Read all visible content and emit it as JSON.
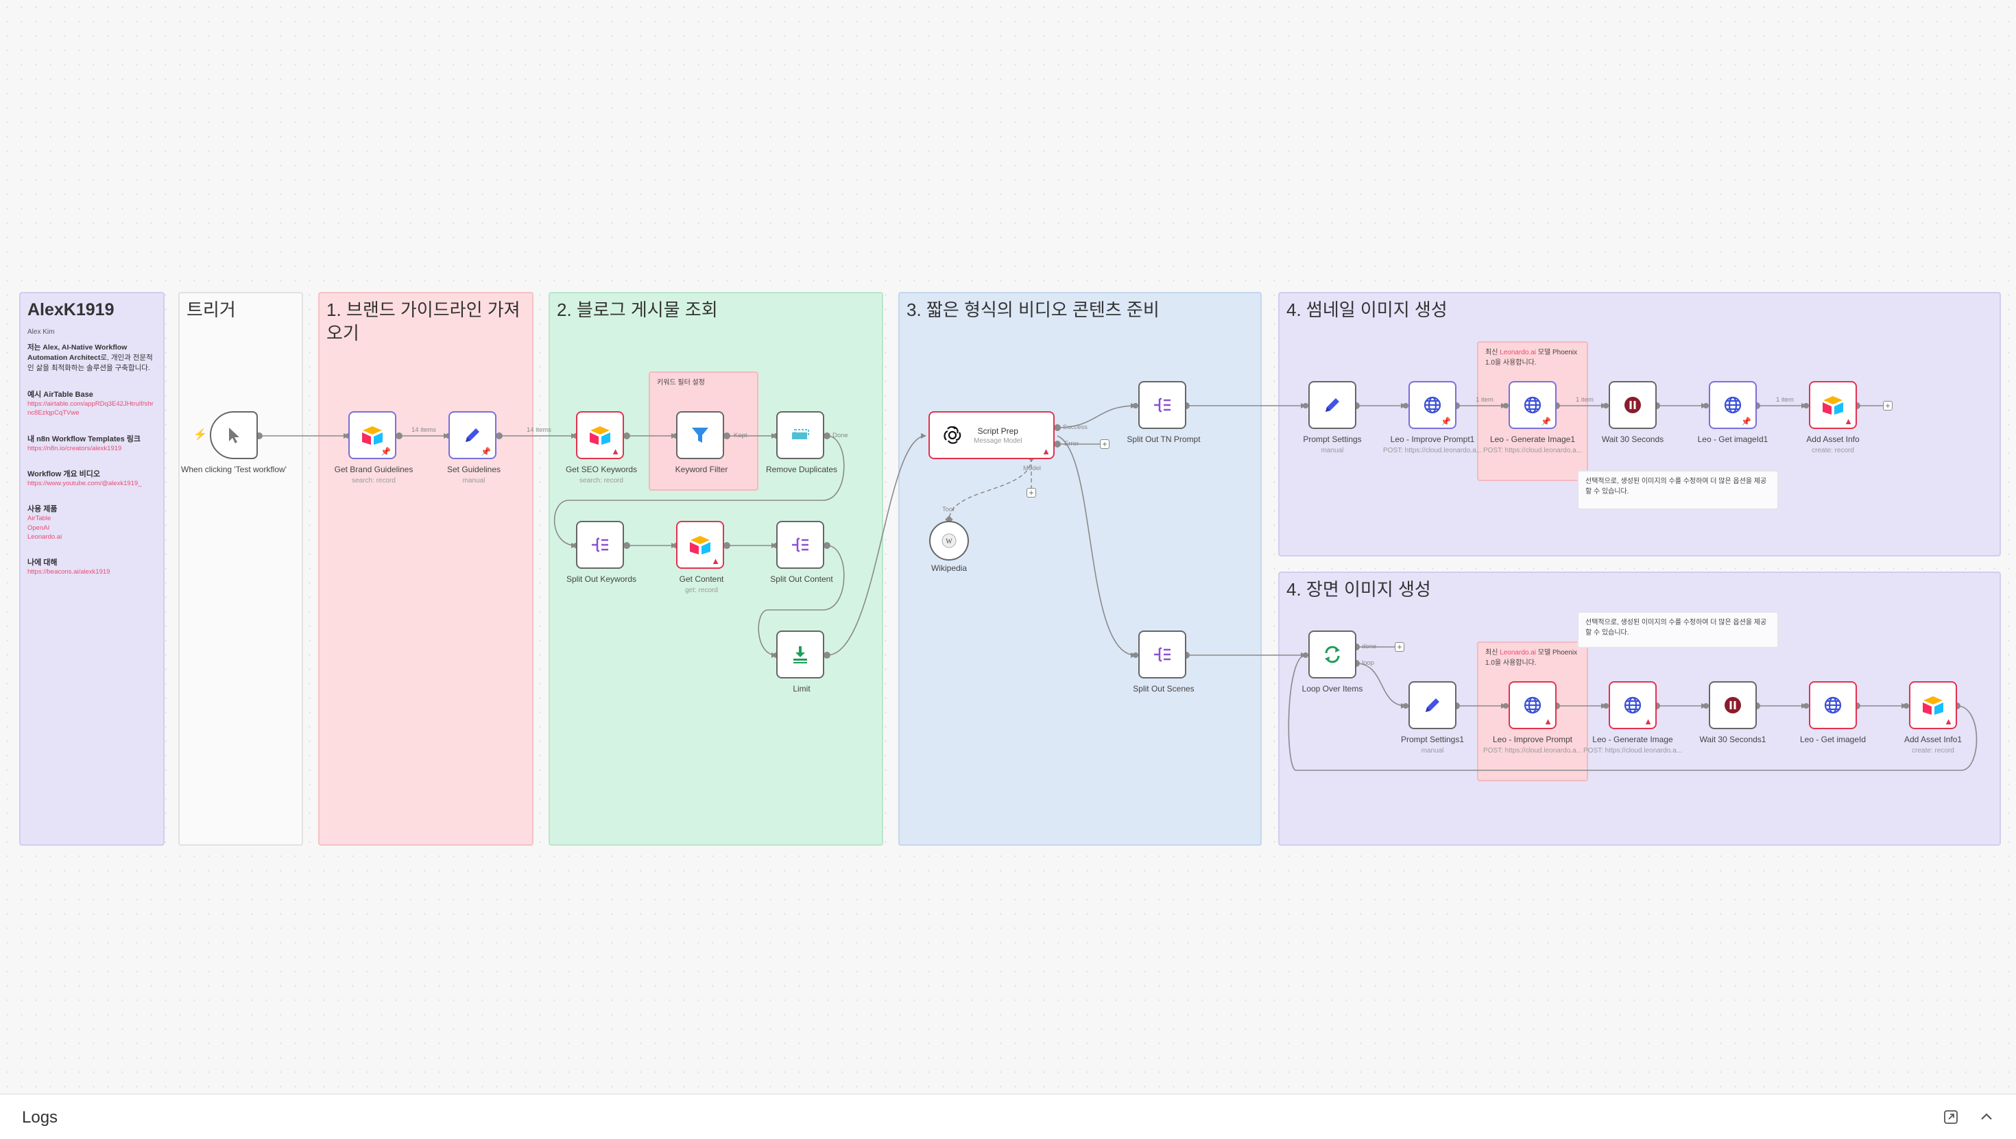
{
  "sticky": {
    "alex_title": "AlexK1919",
    "alex_image_alt": "Alex Kim",
    "alex_intro_bold": "저는 Alex, AI-Native Workflow Automation Architect",
    "alex_intro_rest": "로, 개인과 전문적인 삶을 최적화하는 솔루션을 구축합니다.",
    "alex_h1": "예시 AirTable Base",
    "alex_link1": "https://airtable.com/appRDq3E42JHtruIf/shrnc8EzlqpCqTVwe",
    "alex_h2": "내 n8n Workflow Templates 링크",
    "alex_link2": "https://n8n.io/creators/alexk1919",
    "alex_h3": "Workflow 개요 비디오",
    "alex_link3": "https://www.youtube.com/@alexk1919_",
    "alex_h4": "사용 제품",
    "alex_products": [
      "AirTable",
      "OpenAI",
      "Leonardo.ai"
    ],
    "alex_h5": "나에 대해",
    "alex_link5": "https://beacons.ai/alexk1919",
    "trigger_title": "트리거",
    "s1_title": "1. 브랜드 가이드라인 가져오기",
    "s2_title": "2. 블로그 게시물 조회",
    "s2_filter_note": "키워드 필터 설정",
    "s3_title": "3. 짧은 형식의 비디오 콘텐츠 준비",
    "s4a_title": "4. 썸네일 이미지 생성",
    "s4b_title": "4. 장면 이미지 생성",
    "leo_note_pre": "최신 ",
    "leo_note_hl": "Leonardo.ai",
    "leo_note_post": " 모델 Phoenix 1.0을 사용합니다.",
    "opt_note": "선택적으로, 생성된 이미지의 수를 수정하여 더 많은 옵션을 제공할 수 있습니다."
  },
  "nodes": {
    "trigger": {
      "label": "When clicking 'Test workflow'"
    },
    "get_brand": {
      "label": "Get Brand Guidelines",
      "sub": "search: record"
    },
    "set_guidelines": {
      "label": "Set Guidelines",
      "sub": "manual"
    },
    "get_seo": {
      "label": "Get SEO Keywords",
      "sub": "search: record"
    },
    "keyword_filter": {
      "label": "Keyword Filter"
    },
    "remove_dup": {
      "label": "Remove Duplicates"
    },
    "split_keywords": {
      "label": "Split Out Keywords"
    },
    "get_content": {
      "label": "Get Content",
      "sub": "get: record"
    },
    "split_content": {
      "label": "Split Out Content"
    },
    "limit": {
      "label": "Limit"
    },
    "script_prep": {
      "label": "Script Prep",
      "sub": "Message Model"
    },
    "wikipedia": {
      "label": "Wikipedia"
    },
    "split_tn": {
      "label": "Split Out TN Prompt"
    },
    "split_scenes": {
      "label": "Split Out Scenes"
    },
    "prompt_settings": {
      "label": "Prompt Settings",
      "sub": "manual"
    },
    "leo_improve1": {
      "label": "Leo - Improve Prompt1",
      "sub": "POST: https://cloud.leonardo.a..."
    },
    "leo_generate1": {
      "label": "Leo - Generate Image1",
      "sub": "POST: https://cloud.leonardo.a..."
    },
    "wait30": {
      "label": "Wait 30 Seconds"
    },
    "leo_getid1": {
      "label": "Leo - Get imageId1"
    },
    "add_asset": {
      "label": "Add Asset Info",
      "sub": "create: record"
    },
    "loop": {
      "label": "Loop Over Items"
    },
    "prompt_settings1": {
      "label": "Prompt Settings1",
      "sub": "manual"
    },
    "leo_improve": {
      "label": "Leo - Improve Prompt",
      "sub": "POST: https://cloud.leonardo.a..."
    },
    "leo_generate": {
      "label": "Leo - Generate Image",
      "sub": "POST: https://cloud.leonardo.a..."
    },
    "wait30_1": {
      "label": "Wait 30 Seconds1"
    },
    "leo_getid": {
      "label": "Leo - Get imageId"
    },
    "add_asset1": {
      "label": "Add Asset Info1",
      "sub": "create: record"
    }
  },
  "edges": {
    "items14_a": "14 items",
    "items14_b": "14 items",
    "kept": "Kept",
    "done": "Done",
    "success": "Success",
    "error": "Error",
    "tool": "Tool",
    "model": "Model",
    "item1_a": "1 item",
    "item1_b": "1 item",
    "item1_c": "1 item",
    "loop_done": "done",
    "loop_loop": "loop"
  },
  "logs": {
    "title": "Logs"
  },
  "colors": {
    "accent": "#ea4b71",
    "error": "#e2324e",
    "pinned": "#7a6fd8"
  }
}
